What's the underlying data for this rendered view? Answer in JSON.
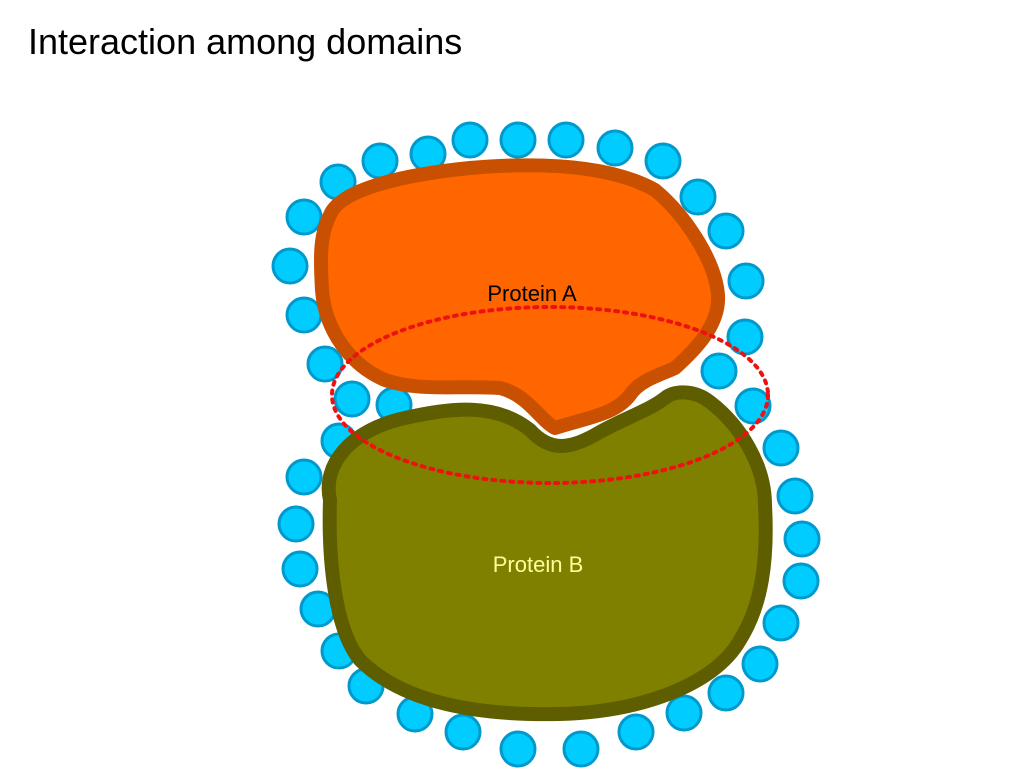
{
  "slide": {
    "title": "Interaction among domains"
  },
  "diagram": {
    "protein_a": {
      "label": "Protein A",
      "fill": "#ff6600",
      "stroke": "#c85000",
      "label_color": "#000000"
    },
    "protein_b": {
      "label": "Protein B",
      "fill": "#808000",
      "stroke": "#5e5e00",
      "label_color": "#ffff99"
    },
    "solvent": {
      "fill": "#00ccff",
      "stroke": "#0099cc"
    },
    "interface": {
      "stroke": "#ee1111"
    }
  }
}
